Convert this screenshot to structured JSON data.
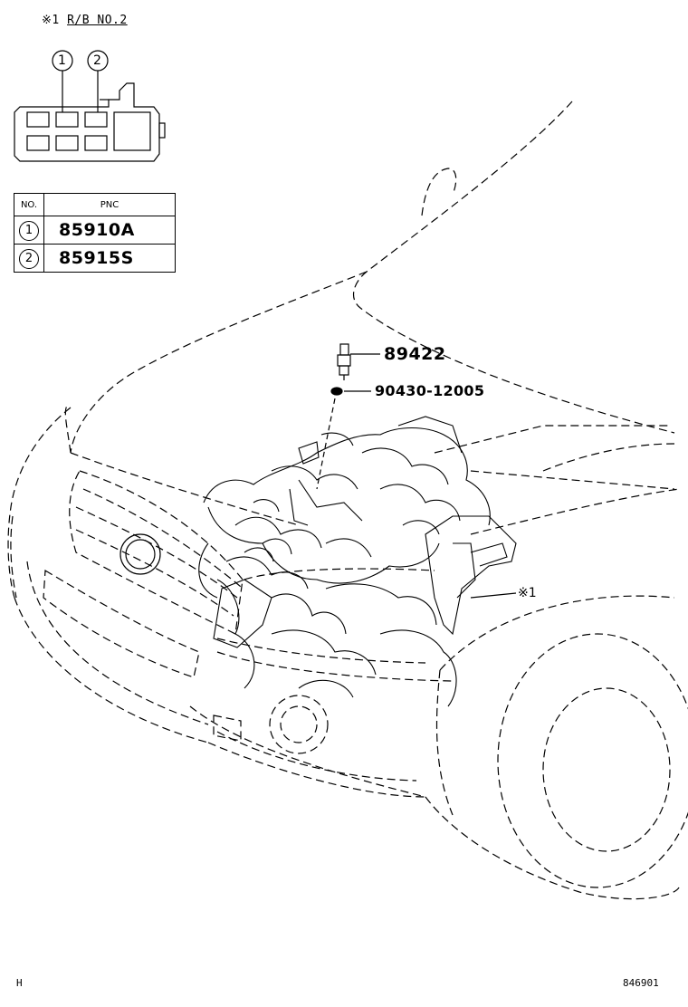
{
  "header": {
    "ref_mark": "※1",
    "title": "R/B NO.2"
  },
  "relay_box": {
    "callouts": [
      "1",
      "2"
    ]
  },
  "pnc_table": {
    "headers": [
      "NO.",
      "PNC"
    ],
    "rows": [
      {
        "no": "1",
        "pnc": "85910A"
      },
      {
        "no": "2",
        "pnc": "85915S"
      }
    ]
  },
  "parts": {
    "sensor_part_number": "89422",
    "gasket_part_number": "90430-12005",
    "relay_box_ref": "※1"
  },
  "footer": {
    "left_code": "H",
    "diagram_id": "846901"
  }
}
